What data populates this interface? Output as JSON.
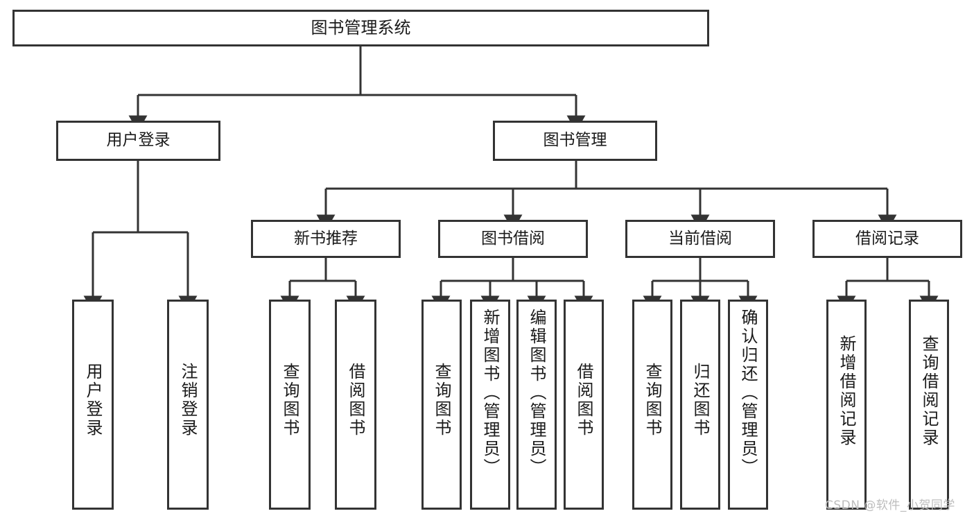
{
  "diagram": {
    "title_text": "图书管理系统",
    "type": "hierarchy-tree",
    "root": {
      "id": "root",
      "label": "图书管理系统"
    },
    "level2": [
      {
        "id": "user-login",
        "label": "用户登录"
      },
      {
        "id": "book-manage",
        "label": "图书管理"
      }
    ],
    "level3": [
      {
        "id": "new-book-recommend",
        "label": "新书推荐"
      },
      {
        "id": "book-borrow",
        "label": "图书借阅"
      },
      {
        "id": "current-borrow",
        "label": "当前借阅"
      },
      {
        "id": "borrow-record",
        "label": "借阅记录"
      }
    ],
    "leaves": {
      "user_login": [
        {
          "id": "leaf-user-login",
          "label": "用户登录"
        },
        {
          "id": "leaf-logout",
          "label": "注销登录"
        }
      ],
      "new_book_recommend": [
        {
          "id": "leaf-query-book-1",
          "label": "查询图书"
        },
        {
          "id": "leaf-borrow-book-1",
          "label": "借阅图书"
        }
      ],
      "book_borrow": [
        {
          "id": "leaf-query-book-2",
          "label": "查询图书"
        },
        {
          "id": "leaf-add-book",
          "label": "新增图书（管理员）"
        },
        {
          "id": "leaf-edit-book",
          "label": "编辑图书（管理员）"
        },
        {
          "id": "leaf-borrow-book-2",
          "label": "借阅图书"
        }
      ],
      "current_borrow": [
        {
          "id": "leaf-query-book-3",
          "label": "查询图书"
        },
        {
          "id": "leaf-return-book",
          "label": "归还图书"
        },
        {
          "id": "leaf-confirm-return",
          "label": "确认归还（管理员）"
        }
      ],
      "borrow_record": [
        {
          "id": "leaf-add-record",
          "label": "新增借阅记录"
        },
        {
          "id": "leaf-query-record",
          "label": "查询借阅记录"
        }
      ]
    }
  },
  "watermark": {
    "text": "CSDN @软件_小贺同学"
  },
  "colors": {
    "box_border": "#333333",
    "box_fill": "#ffffff",
    "connector": "#333333",
    "text": "#1a1a1a",
    "watermark": "#bdbdbd",
    "background": "#ffffff"
  }
}
